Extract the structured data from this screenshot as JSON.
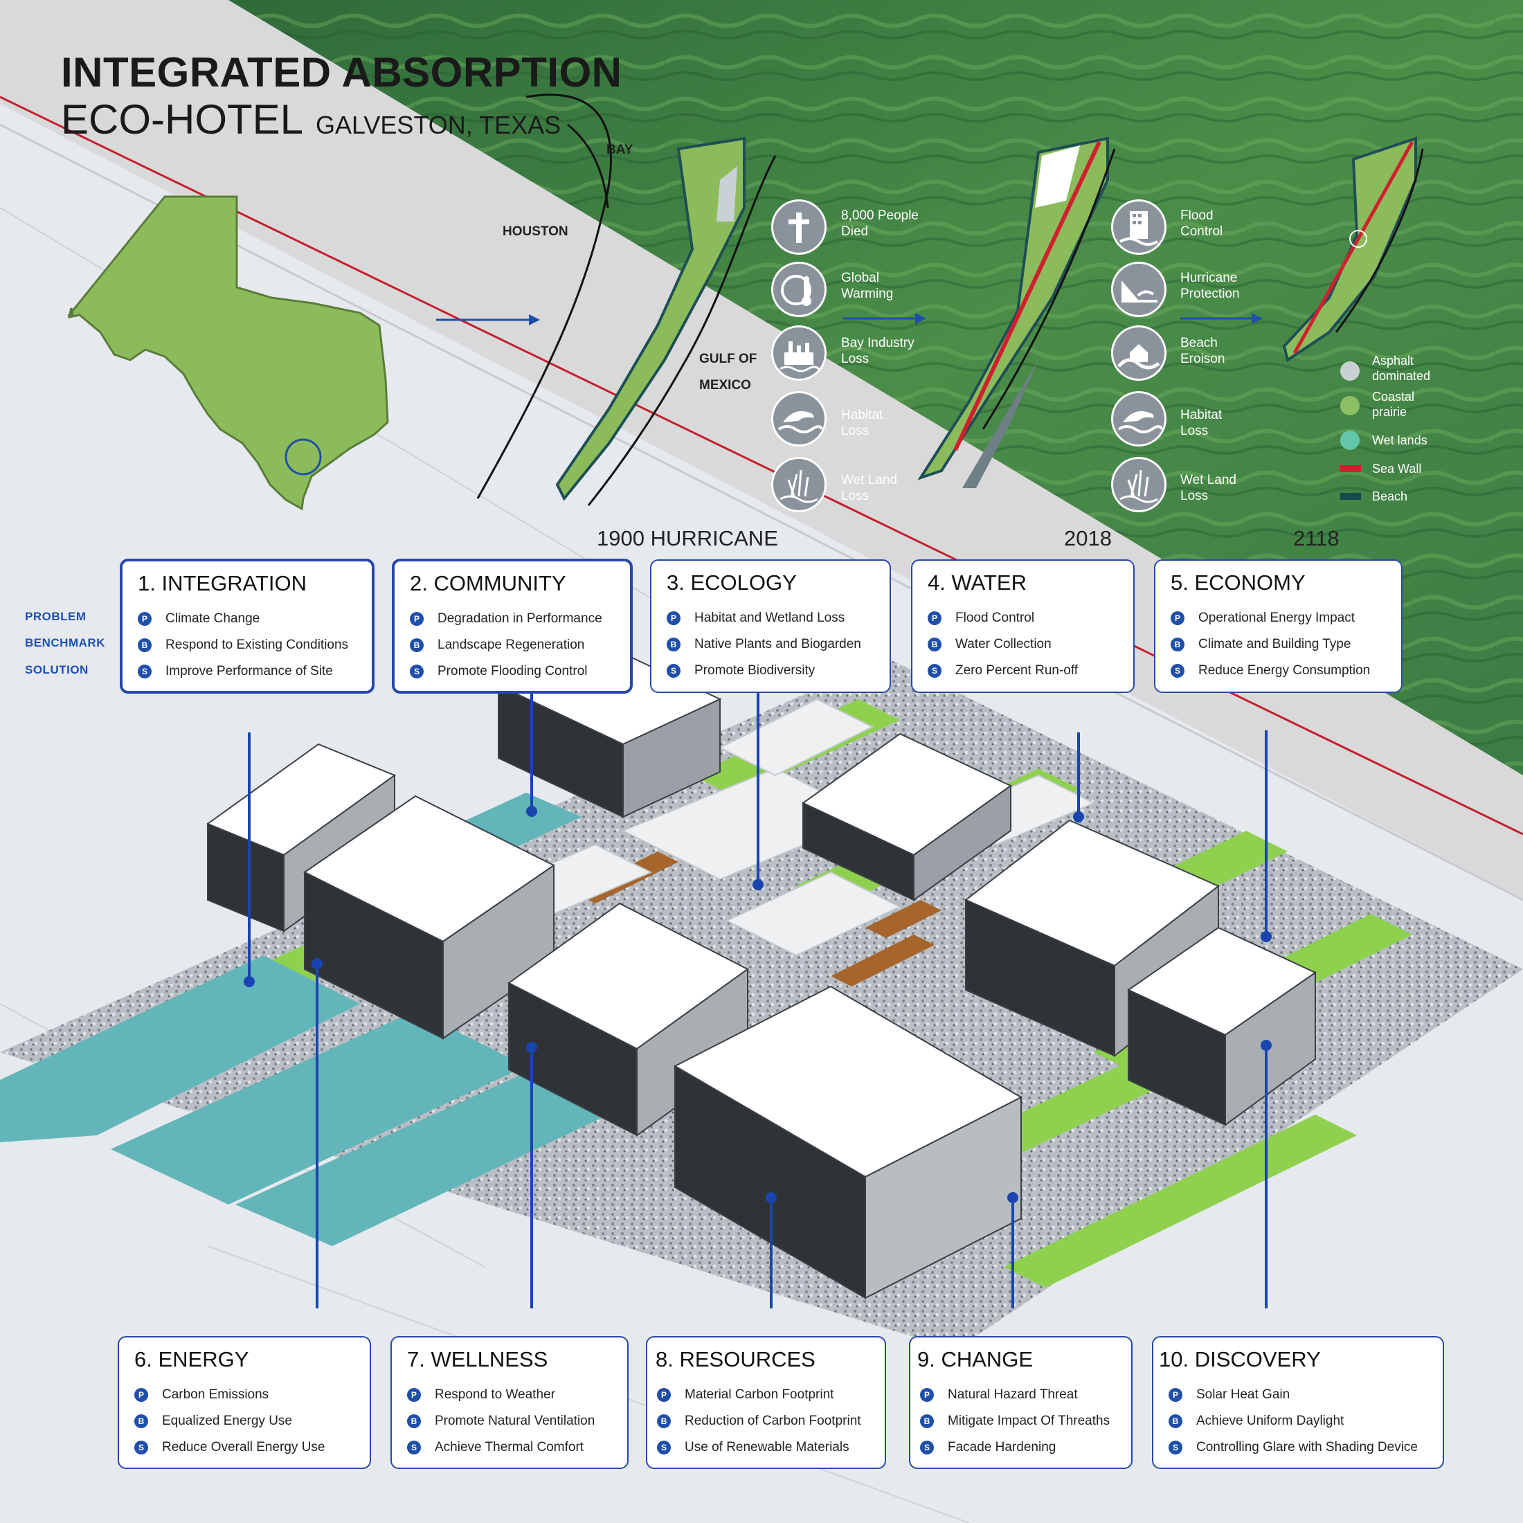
{
  "title": {
    "line1": "INTEGRATED ABSORPTION",
    "line2": "ECO-HOTEL",
    "location": "GALVESTON, TEXAS"
  },
  "map_labels": {
    "bay": "BAY",
    "houston": "HOUSTON",
    "gulf1": "GULF OF",
    "gulf2": "MEXICO"
  },
  "years": {
    "y1900": "1900 HURRICANE",
    "y2018": "2018",
    "y2118": "2118"
  },
  "impacts_1900": [
    {
      "icon": "cross-icon",
      "label": "8,000 People\nDied"
    },
    {
      "icon": "thermometer-globe-icon",
      "label": "Global\nWarming"
    },
    {
      "icon": "factory-icon",
      "label": "Bay Industry\nLoss"
    },
    {
      "icon": "dolphin-icon",
      "label": "Habitat\n Loss"
    },
    {
      "icon": "wetland-grass-icon",
      "label": "Wet Land\nLoss"
    }
  ],
  "impacts_2018": [
    {
      "icon": "building-flood-icon",
      "label": "Flood\n Control"
    },
    {
      "icon": "wave-wall-icon",
      "label": "Hurricane\nProtection"
    },
    {
      "icon": "house-wave-icon",
      "label": "Beach\n Eroison"
    },
    {
      "icon": "dolphin-icon",
      "label": "Habitat\n Loss"
    },
    {
      "icon": "wetland-grass-icon",
      "label": "Wet Land\nLoss"
    }
  ],
  "legend": [
    {
      "label": "Asphalt\ndominated",
      "color": "#c9d1d4",
      "shape": "circle"
    },
    {
      "label": "Coastal\nprairie",
      "color": "#8dc063",
      "shape": "circle"
    },
    {
      "label": "Wet lands",
      "color": "#62c7a9",
      "shape": "circle"
    },
    {
      "label": "Sea Wall",
      "color": "#d0202e",
      "shape": "bar"
    },
    {
      "label": "Beach",
      "color": "#15494f",
      "shape": "bar"
    }
  ],
  "row_labels": [
    "PROBLEM",
    "BENCHMARK",
    "SOLUTION"
  ],
  "badges": [
    "P",
    "B",
    "S"
  ],
  "cards_top": [
    {
      "title": "1. INTEGRATION",
      "items": [
        "Climate Change",
        "Respond to Existing Conditions",
        "Improve Performance of Site"
      ]
    },
    {
      "title": "2. COMMUNITY",
      "items": [
        "Degradation in Performance",
        "Landscape Regeneration",
        "Promote Flooding Control"
      ]
    },
    {
      "title": "3. ECOLOGY",
      "items": [
        "Habitat and Wetland Loss",
        "Native Plants and Biogarden",
        "Promote Biodiversity"
      ]
    },
    {
      "title": "4. WATER",
      "items": [
        "Flood Control",
        "Water Collection",
        "Zero Percent Run-off"
      ]
    },
    {
      "title": "5. ECONOMY",
      "items": [
        "Operational Energy Impact",
        "Climate and Building Type",
        "Reduce Energy Consumption"
      ]
    }
  ],
  "cards_bottom": [
    {
      "title": "6. ENERGY",
      "items": [
        "Carbon Emissions",
        "Equalized Energy Use",
        "Reduce Overall Energy Use"
      ]
    },
    {
      "title": "7. WELLNESS",
      "items": [
        "Respond to Weather",
        "Promote Natural Ventilation",
        "Achieve Thermal Comfort"
      ]
    },
    {
      "title": "8. RESOURCES",
      "items": [
        "Material Carbon Footprint",
        "Reduction of Carbon Footprint",
        "Use of Renewable Materials"
      ]
    },
    {
      "title": "9. CHANGE",
      "items": [
        "Natural Hazard Threat",
        "Mitigate Impact Of Threaths",
        "Facade Hardening"
      ]
    },
    {
      "title": "10. DISCOVERY",
      "items": [
        "Solar Heat Gain",
        "Achieve Uniform Daylight",
        "Controlling Glare with Shading Device"
      ]
    }
  ],
  "colors": {
    "accent": "#1f4fa8",
    "ocean": "#3f7a3c",
    "grass": "#8fd14f",
    "water": "#62b5b8"
  }
}
